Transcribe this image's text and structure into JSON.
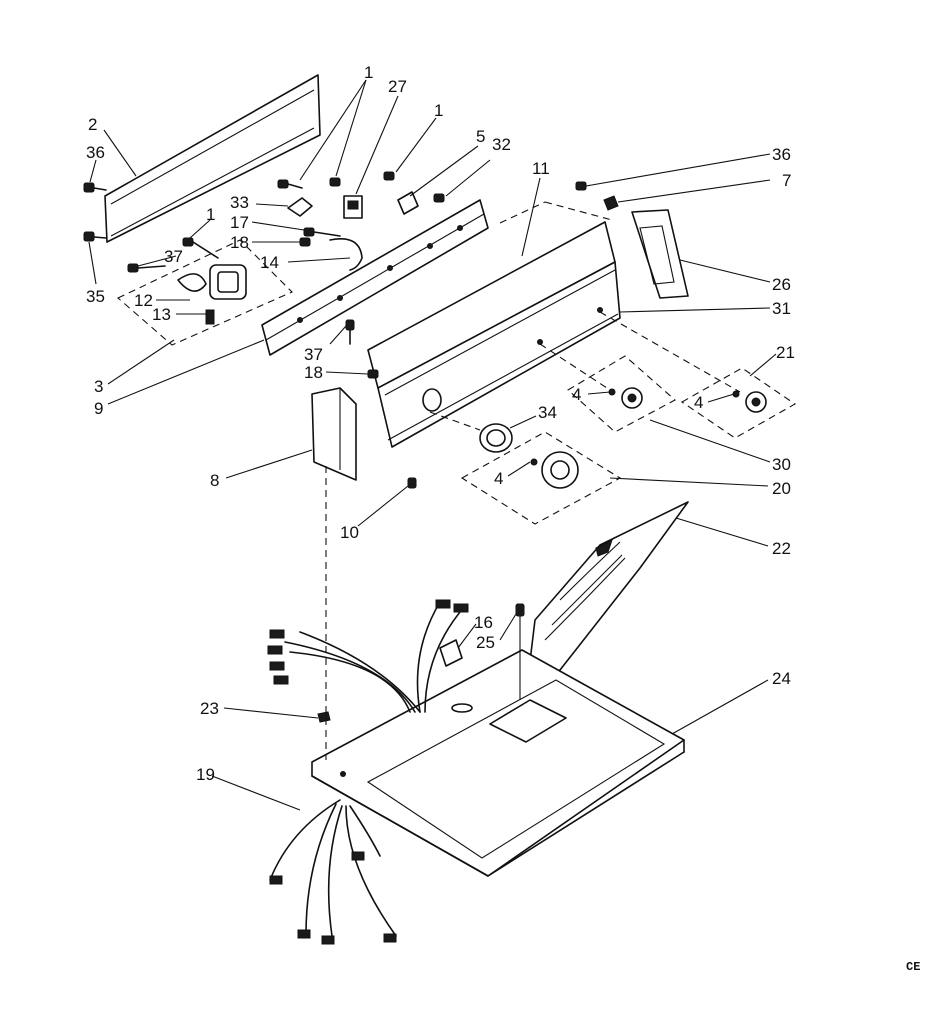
{
  "diagram": {
    "callouts": [
      {
        "id": "c1a",
        "text": "1"
      },
      {
        "id": "c1b",
        "text": "1"
      },
      {
        "id": "c1c",
        "text": "1"
      },
      {
        "id": "c2",
        "text": "2"
      },
      {
        "id": "c3",
        "text": "3"
      },
      {
        "id": "c4a",
        "text": "4"
      },
      {
        "id": "c4b",
        "text": "4"
      },
      {
        "id": "c4c",
        "text": "4"
      },
      {
        "id": "c5",
        "text": "5"
      },
      {
        "id": "c7",
        "text": "7"
      },
      {
        "id": "c8",
        "text": "8"
      },
      {
        "id": "c9",
        "text": "9"
      },
      {
        "id": "c10",
        "text": "10"
      },
      {
        "id": "c11",
        "text": "11"
      },
      {
        "id": "c12",
        "text": "12"
      },
      {
        "id": "c13",
        "text": "13"
      },
      {
        "id": "c14",
        "text": "14"
      },
      {
        "id": "c16",
        "text": "16"
      },
      {
        "id": "c17",
        "text": "17"
      },
      {
        "id": "c18a",
        "text": "18"
      },
      {
        "id": "c18b",
        "text": "18"
      },
      {
        "id": "c19",
        "text": "19"
      },
      {
        "id": "c20",
        "text": "20"
      },
      {
        "id": "c21",
        "text": "21"
      },
      {
        "id": "c22",
        "text": "22"
      },
      {
        "id": "c23",
        "text": "23"
      },
      {
        "id": "c24",
        "text": "24"
      },
      {
        "id": "c25",
        "text": "25"
      },
      {
        "id": "c26",
        "text": "26"
      },
      {
        "id": "c27",
        "text": "27"
      },
      {
        "id": "c30",
        "text": "30"
      },
      {
        "id": "c31",
        "text": "31"
      },
      {
        "id": "c32",
        "text": "32"
      },
      {
        "id": "c33",
        "text": "33"
      },
      {
        "id": "c34",
        "text": "34"
      },
      {
        "id": "c35",
        "text": "35"
      },
      {
        "id": "c36a",
        "text": "36"
      },
      {
        "id": "c36b",
        "text": "36"
      },
      {
        "id": "c37a",
        "text": "37"
      },
      {
        "id": "c37b",
        "text": "37"
      }
    ],
    "corner_code": "CE"
  }
}
